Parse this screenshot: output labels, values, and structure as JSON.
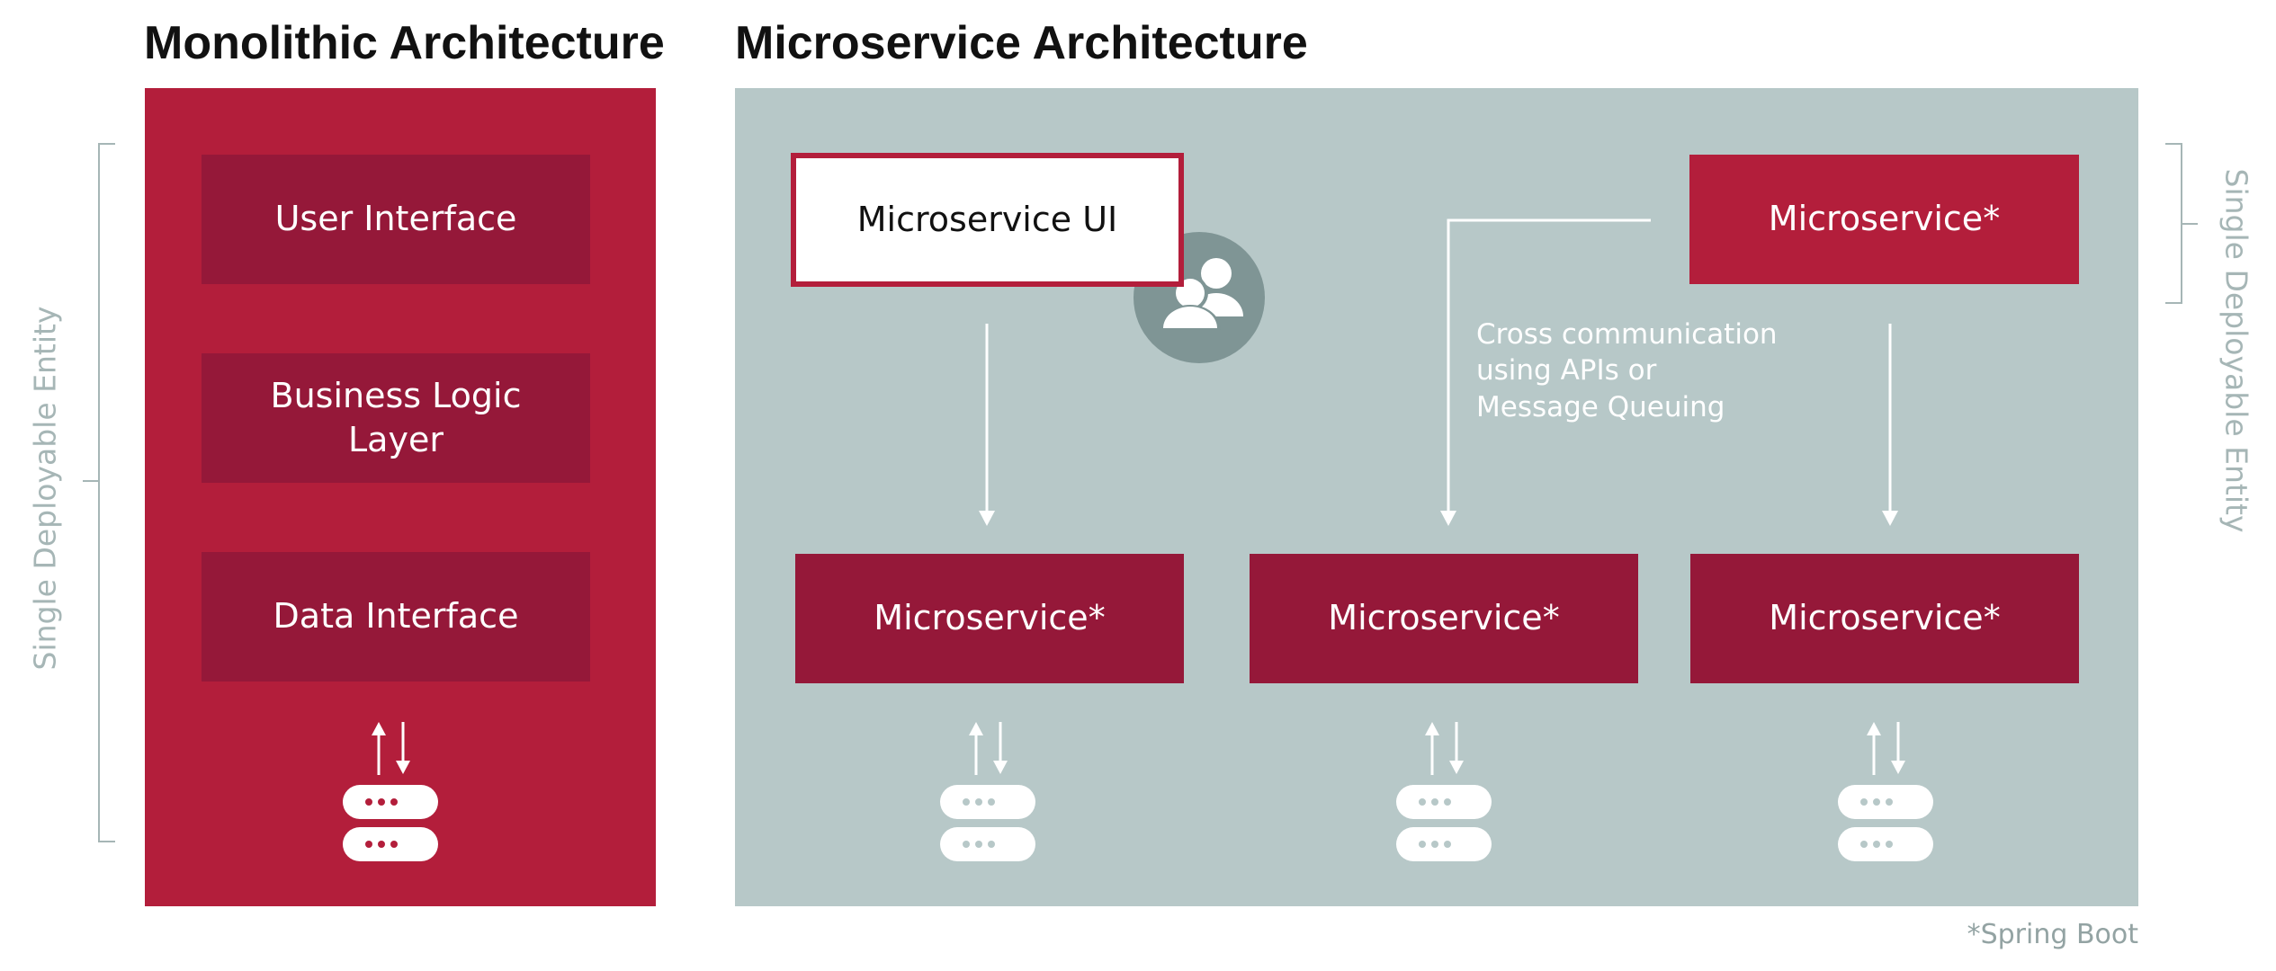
{
  "monolithic": {
    "title": "Monolithic Architecture",
    "side_label": "Single Deployable Entity",
    "layers": [
      "User Interface",
      "Business Logic Layer",
      "Data Interface"
    ]
  },
  "microservice": {
    "title": "Microservice Architecture",
    "side_label": "Single Deployable Entity",
    "ui_label": "Microservice UI",
    "top_service": "Microservice*",
    "services": [
      "Microservice*",
      "Microservice*",
      "Microservice*"
    ],
    "note": "Cross communication using APIs or Message Queuing",
    "icons": [
      "users-icon",
      "arrows-up-down-icon",
      "database-icon"
    ]
  },
  "footnote": "*Spring Boot",
  "colors": {
    "brand_red": "#b31e3b",
    "dark_red": "#951839",
    "panel_gray": "#b7c8c8",
    "badge_gray": "#7f9595",
    "label_gray": "#a6b6b6"
  }
}
